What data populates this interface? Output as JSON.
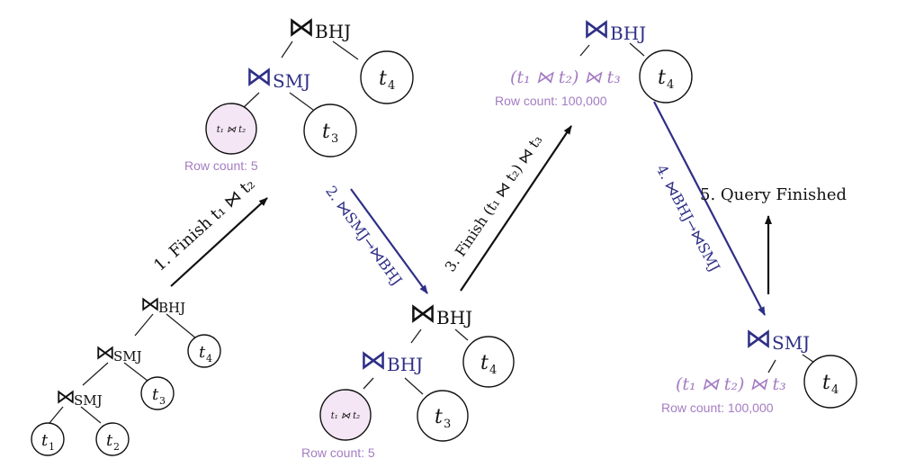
{
  "colors": {
    "black": "#111111",
    "blue": "#2e2f86",
    "purple": "#a47cc2",
    "pink_fill": "#f4e6f4"
  },
  "symbols": {
    "join": "⋈"
  },
  "join_types": {
    "bhj": "BHJ",
    "smj": "SMJ"
  },
  "tables": {
    "t1": "t",
    "t1_sub": "1",
    "t2": "t",
    "t2_sub": "2",
    "t3": "t",
    "t3_sub": "3",
    "t4": "t",
    "t4_sub": "4"
  },
  "stats": {
    "row_count_small": "Row count: 5",
    "row_count_large": "Row count: 100,000"
  },
  "intermediates": {
    "t1_join_t2": "t₁ ⋈ t₂",
    "t1_join_t2_join_t3": "(t₁ ⋈ t₂) ⋈ t₃"
  },
  "steps": {
    "step1": "1. Finish t₁ ⋈ t₂",
    "step2": "2. ⋈SMJ→⋈BHJ",
    "step3": "3. Finish (t₁ ⋈ t₂) ⋈ t₃",
    "step4": "4. ⋈BHJ→⋈SMJ",
    "step5": "5. Query Finished"
  }
}
